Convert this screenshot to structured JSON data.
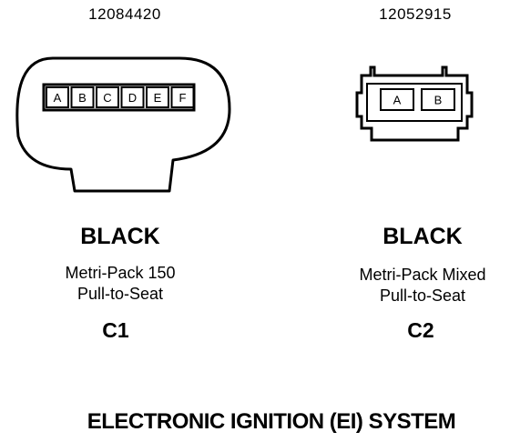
{
  "title": "ELECTRONIC IGNITION (EI) SYSTEM",
  "connectors": [
    {
      "id": "C1",
      "part_number": "12084420",
      "color": "BLACK",
      "description": [
        "Metri-Pack 150",
        "Pull-to-Seat"
      ],
      "pins": [
        "A",
        "B",
        "C",
        "D",
        "E",
        "F"
      ]
    },
    {
      "id": "C2",
      "part_number": "12052915",
      "color": "BLACK",
      "description": [
        "Metri-Pack Mixed",
        "Pull-to-Seat"
      ],
      "pins": [
        "A",
        "B"
      ]
    }
  ]
}
